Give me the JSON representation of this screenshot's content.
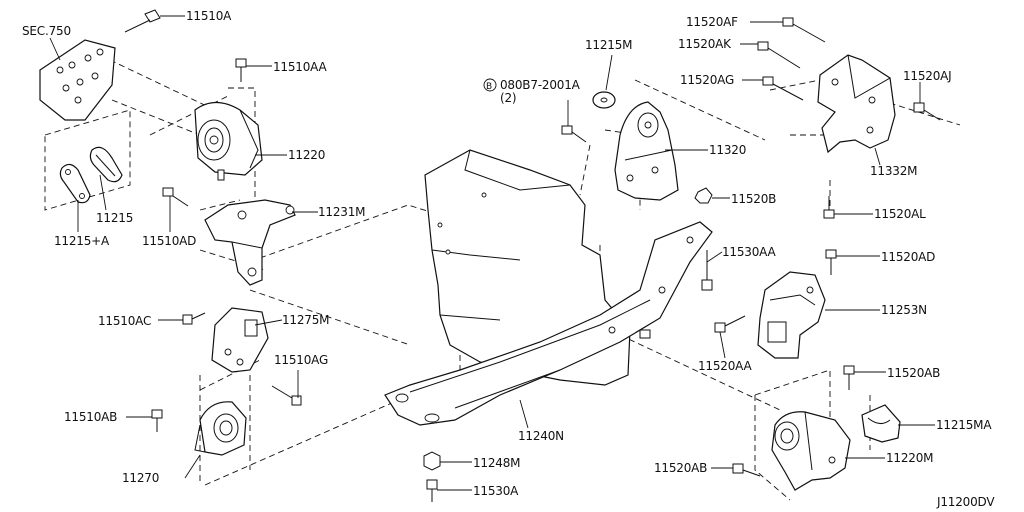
{
  "diagram": {
    "code": "J11200DV",
    "circle_mark": "B",
    "labels": {
      "sec750": "SEC.750",
      "p11510A": "11510A",
      "p11510AA": "11510AA",
      "p11220": "11220",
      "p11215": "11215",
      "p11215A": "11215+A",
      "p11510AD": "11510AD",
      "p11231M": "11231M",
      "p11510AC": "11510AC",
      "p11275M": "11275M",
      "p11510AG": "11510AG",
      "p11510AB": "11510AB",
      "p11270": "11270",
      "p11215M": "11215M",
      "p080B7": "080B7-2001A",
      "p080B7qty": "(2)",
      "p11320": "11320",
      "p11520B": "11520B",
      "p11520AF": "11520AF",
      "p11520AK": "11520AK",
      "p11520AG": "11520AG",
      "p11520AJ": "11520AJ",
      "p11332M": "11332M",
      "p11520AL": "11520AL",
      "p11530AA": "11530AA",
      "p11520AD": "11520AD",
      "p11253N": "11253N",
      "p11520AA": "11520AA",
      "p11520AB_r": "11520AB",
      "p11215MA": "11215MA",
      "p11220M": "11220M",
      "p11520AB_b": "11520AB",
      "p11240N": "11240N",
      "p11248M": "11248M",
      "p11530A": "11530A"
    }
  }
}
